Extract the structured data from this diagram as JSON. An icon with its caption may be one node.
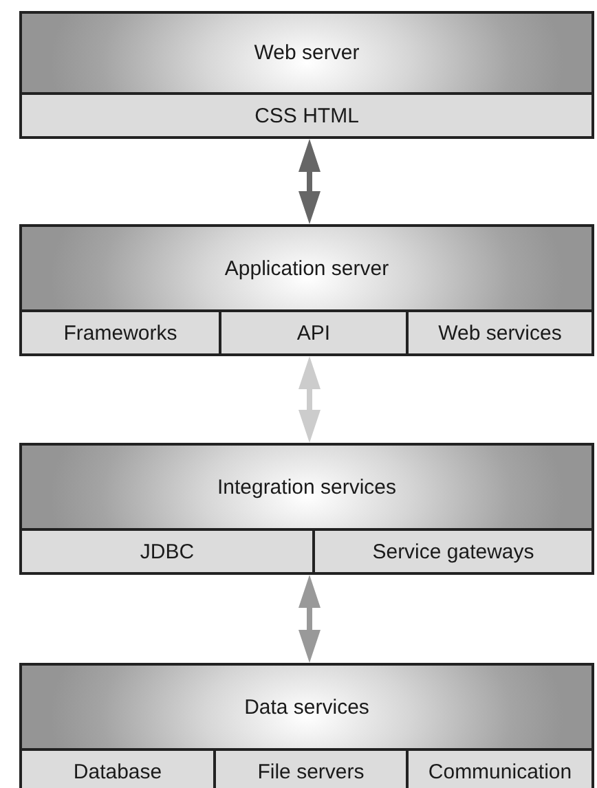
{
  "diagram": {
    "nodes": [
      {
        "text": [
          "Web server"
        ]
      },
      {
        "text": [
          "CSS HTML"
        ],
        "in": 0
      },
      {
        "text": [
          "Application server"
        ]
      },
      {
        "text": [
          "Frameworks"
        ],
        "in": 2
      },
      {
        "text": [
          "API"
        ],
        "in": 2
      },
      {
        "text": [
          "Web services"
        ],
        "in": 2
      },
      {
        "text": [
          "Integration services"
        ]
      },
      {
        "text": [
          "JDBC"
        ],
        "in": 6
      },
      {
        "text": [
          "Service gateways"
        ],
        "in": 6
      },
      {
        "text": [
          "Data services"
        ]
      },
      {
        "text": [
          "Database"
        ],
        "in": 9
      },
      {
        "text": [
          "File servers"
        ],
        "in": 9
      },
      {
        "text": [
          "Communication"
        ],
        "in": 9
      }
    ],
    "edges": [
      {
        "from": 0,
        "to": 2,
        "arrow": "both",
        "color": "#666666"
      },
      {
        "from": 2,
        "to": 6,
        "arrow": "both",
        "color": "#cccccc"
      },
      {
        "from": 6,
        "to": 9,
        "arrow": "both",
        "color": "#999999"
      }
    ]
  }
}
